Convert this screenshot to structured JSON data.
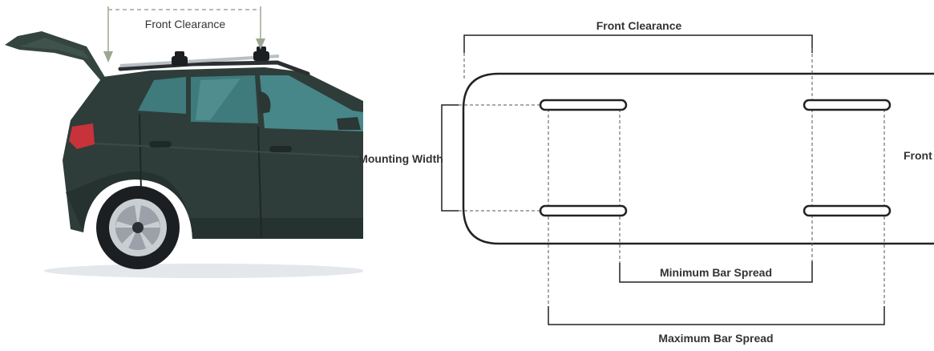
{
  "car_illustration": {
    "front_clearance_label": "Front Clearance",
    "body_color": "#2e3d3a",
    "window_color": "#3f7a7c",
    "dimension_color": "#9aa893"
  },
  "top_view_diagram": {
    "front_clearance_label": "Front Clearance",
    "mounting_width_label": "Mounting Width",
    "front_label": "Front",
    "minimum_bar_spread_label": "Minimum Bar Spread",
    "maximum_bar_spread_label": "Maximum Bar Spread",
    "line_color": "#222222"
  }
}
